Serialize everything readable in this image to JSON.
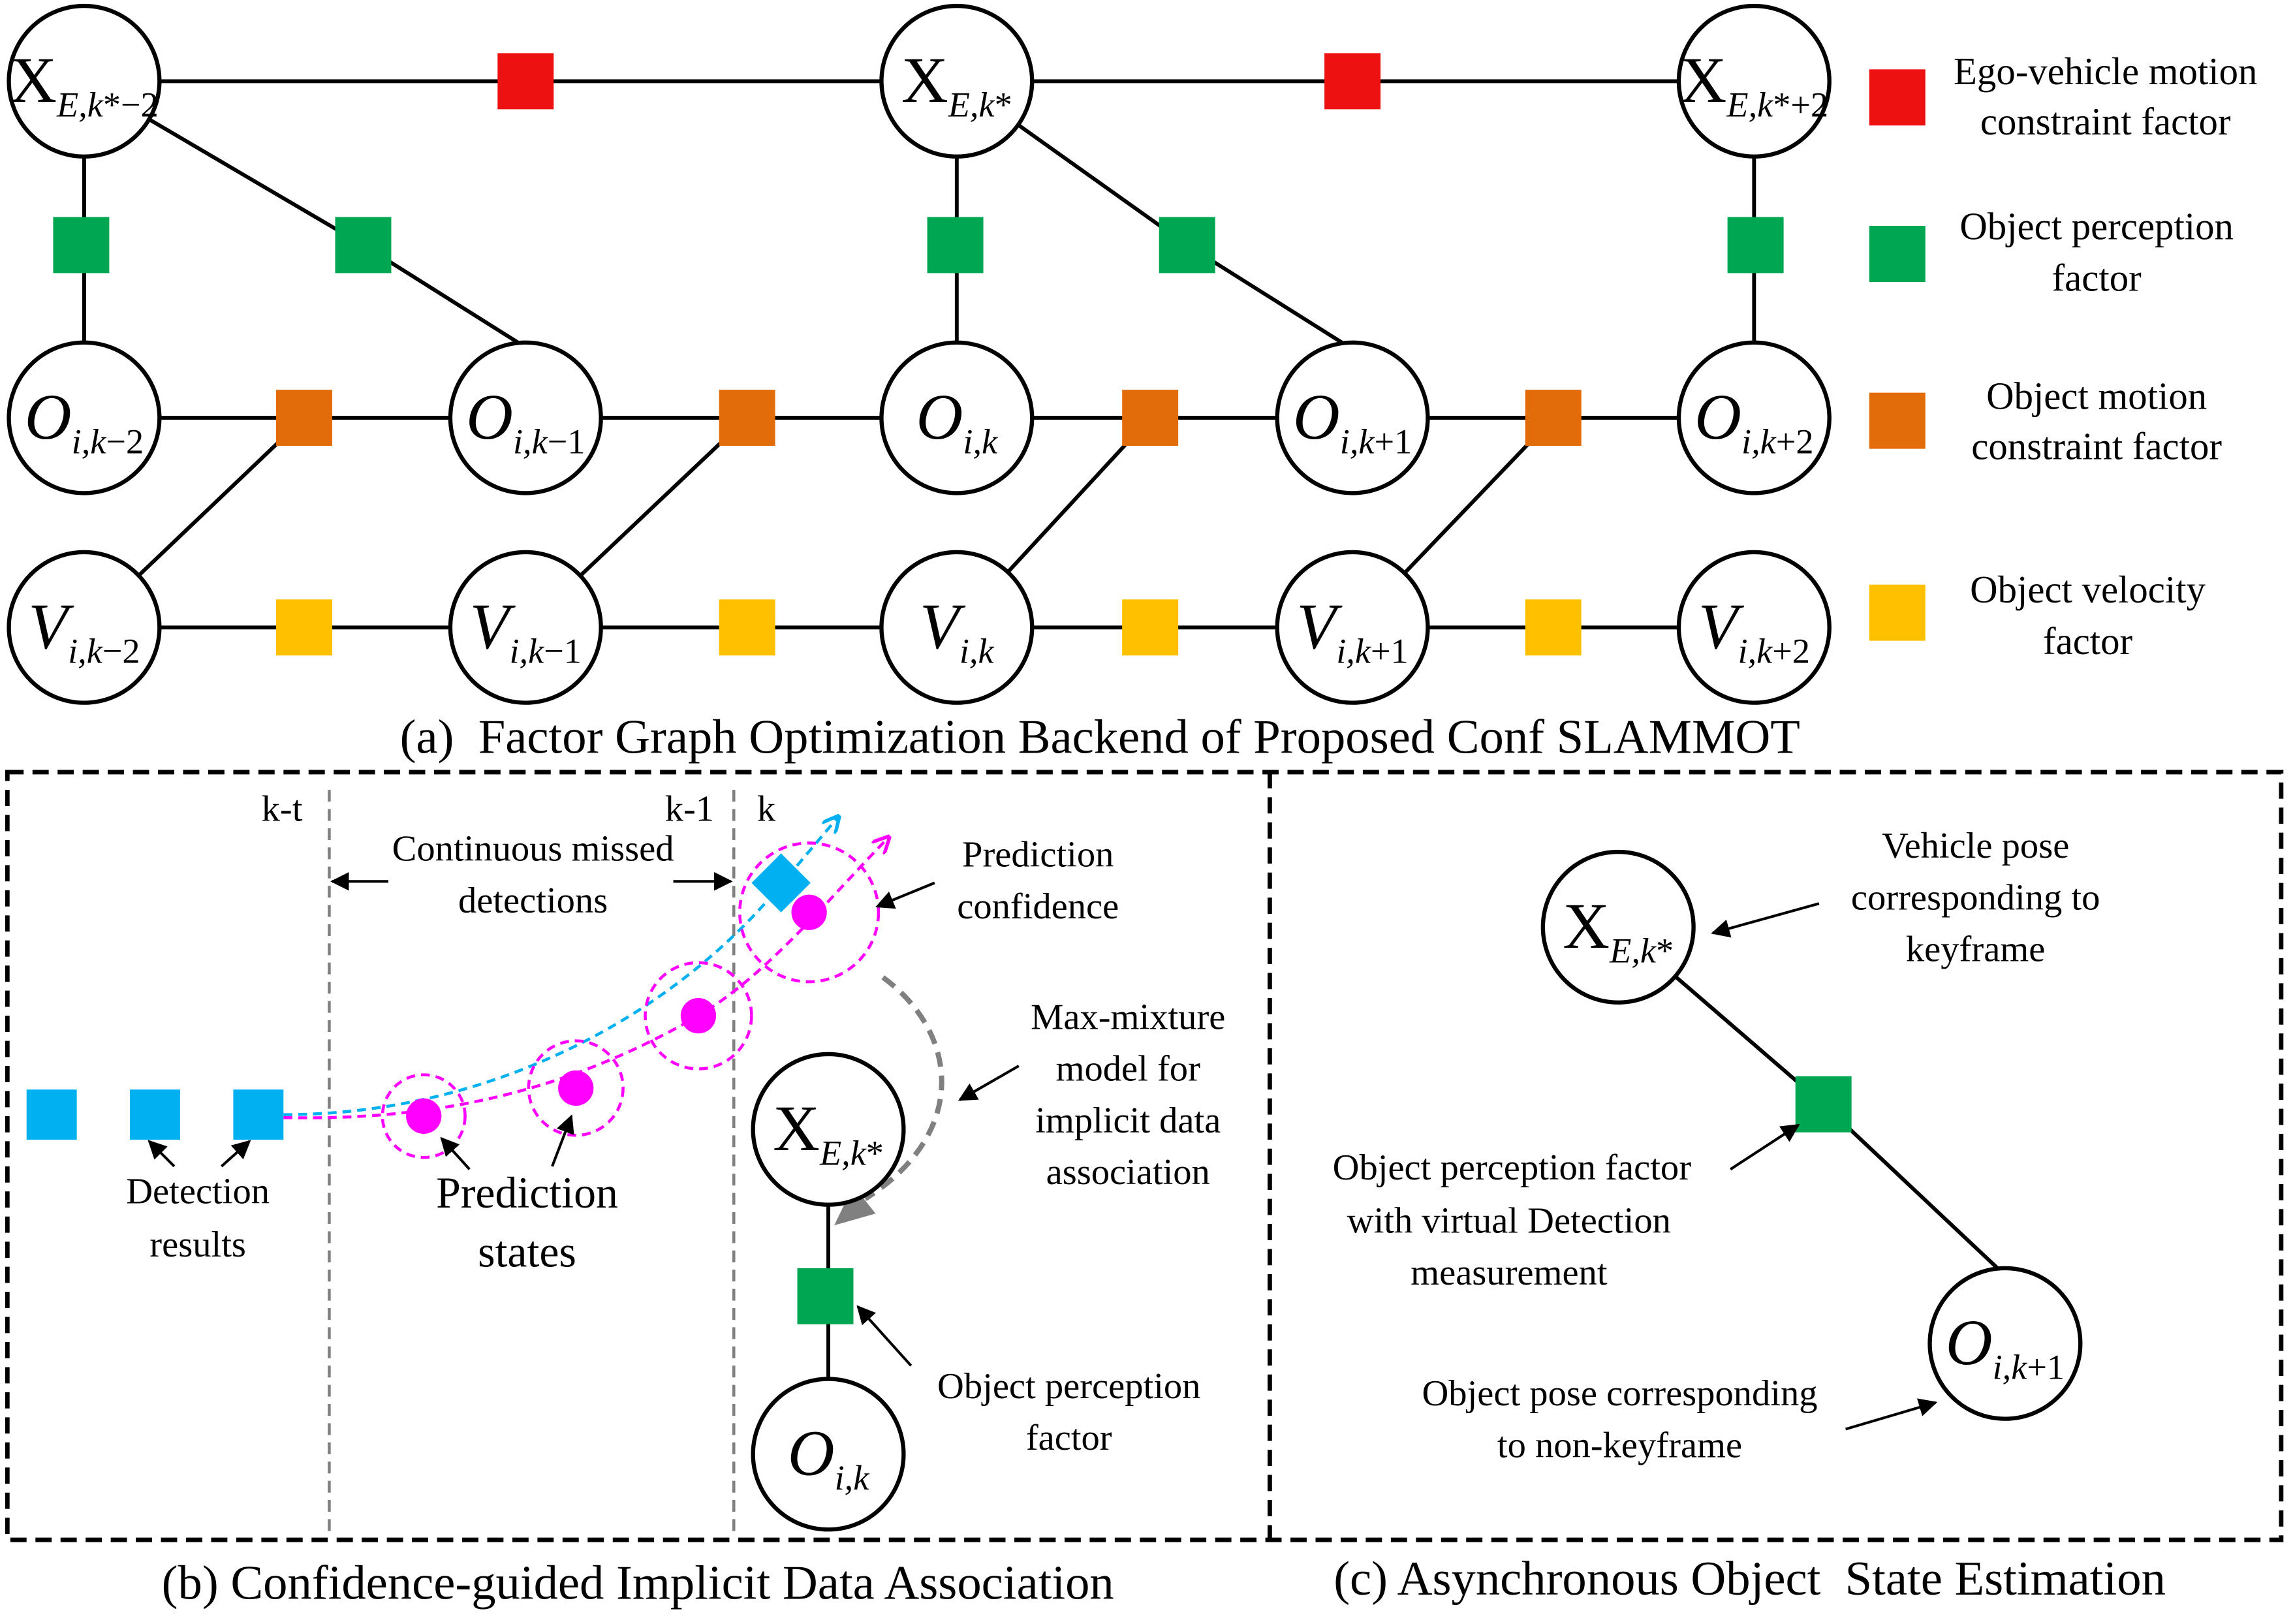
{
  "colors": {
    "ego_motion_factor": "#ee1111",
    "perception_factor": "#00a651",
    "object_motion_factor": "#e36c0a",
    "velocity_factor": "#ffc000",
    "detection": "#00b0f0",
    "prediction": "#ff00ff",
    "guide_arrow": "#808080"
  },
  "panel_a": {
    "caption": "(a)  Factor Graph Optimization Backend of Proposed Conf SLAMMOT",
    "nodes": [
      {
        "main": "X",
        "sub": "E,k",
        "tail": "*−2"
      },
      {
        "main": "X",
        "sub": "E,k",
        "tail": "*"
      },
      {
        "main": "X",
        "sub": "E,k",
        "tail": "*+2"
      },
      {
        "main": "O",
        "sub": "i,k",
        "tail": "−2"
      },
      {
        "main": "O",
        "sub": "i,k",
        "tail": "−1"
      },
      {
        "main": "O",
        "sub": "i,k",
        "tail": ""
      },
      {
        "main": "O",
        "sub": "i,k",
        "tail": "+1"
      },
      {
        "main": "O",
        "sub": "i,k",
        "tail": "+2"
      },
      {
        "main": "V",
        "sub": "i,k",
        "tail": "−2"
      },
      {
        "main": "V",
        "sub": "i,k",
        "tail": "−1"
      },
      {
        "main": "V",
        "sub": "i,k",
        "tail": ""
      },
      {
        "main": "V",
        "sub": "i,k",
        "tail": "+1"
      },
      {
        "main": "V",
        "sub": "i,k",
        "tail": "+2"
      }
    ],
    "legend": [
      {
        "lines": [
          "Ego-vehicle motion",
          "constraint factor"
        ]
      },
      {
        "lines": [
          "Object perception",
          "factor"
        ]
      },
      {
        "lines": [
          "Object motion",
          "constraint factor"
        ]
      },
      {
        "lines": [
          "Object velocity",
          "factor"
        ]
      }
    ]
  },
  "panel_b": {
    "caption": "(b) Confidence-guided Implicit Data Association",
    "time_labels": [
      "k-t",
      "k-1",
      "k"
    ],
    "missed_label": [
      "Continuous missed",
      "detections"
    ],
    "confidence_label": [
      "Prediction",
      "confidence"
    ],
    "max_mixture_label": [
      "Max-mixture",
      "model for",
      "implicit data",
      "association"
    ],
    "perception_factor_label": [
      "Object perception",
      "factor"
    ],
    "detection_label": [
      "Detection",
      "results"
    ],
    "prediction_states_label": [
      "Prediction",
      "states"
    ],
    "nodes": [
      {
        "main": "X",
        "sub": "E,k",
        "tail": "*"
      },
      {
        "main": "O",
        "sub": "i,k",
        "tail": ""
      }
    ]
  },
  "panel_c": {
    "caption": "(c) Asynchronous Object  State Estimation",
    "vehicle_pose_label": [
      "Vehicle pose",
      "corresponding to",
      "keyframe"
    ],
    "perception_factor_label": [
      "Object perception factor",
      "with virtual Detection",
      "measurement"
    ],
    "object_pose_label": [
      "Object pose corresponding",
      "to non-keyframe"
    ],
    "nodes": [
      {
        "main": "X",
        "sub": "E,k",
        "tail": "*"
      },
      {
        "main": "O",
        "sub": "i,k",
        "tail": "+1"
      }
    ]
  }
}
